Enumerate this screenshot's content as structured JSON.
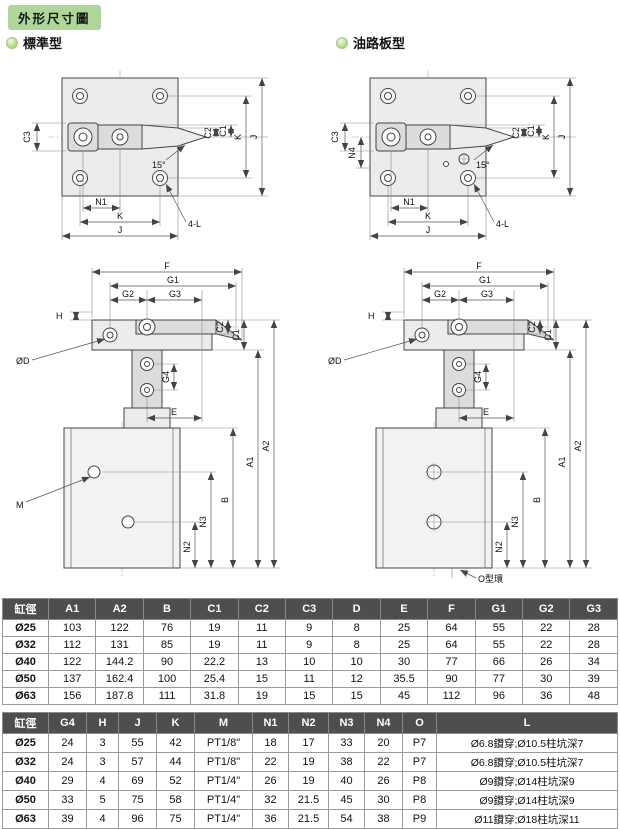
{
  "page": {
    "badge": "外形尺寸圖",
    "sections": {
      "standard": "標準型",
      "oil_plate": "油路板型"
    }
  },
  "dim_labels": {
    "a1": "A1",
    "a2": "A2",
    "b": "B",
    "c1": "C1",
    "c2": "C2",
    "c3": "C3",
    "phi_d": "ØD",
    "e": "E",
    "f": "F",
    "g1": "G1",
    "g2": "G2",
    "g3": "G3",
    "g4": "G4",
    "h": "H",
    "j": "J",
    "k": "K",
    "m": "M",
    "n1": "N1",
    "n2": "N2",
    "n3": "N3",
    "n4": "N4",
    "four_l": "4-L",
    "angle15": "15°",
    "o_ring": "O型環"
  },
  "table1": {
    "headers": [
      "缸徑",
      "A1",
      "A2",
      "B",
      "C1",
      "C2",
      "C3",
      "D",
      "E",
      "F",
      "G1",
      "G2",
      "G3"
    ],
    "rows": [
      [
        "Ø25",
        "103",
        "122",
        "76",
        "19",
        "11",
        "9",
        "8",
        "25",
        "64",
        "55",
        "22",
        "28"
      ],
      [
        "Ø32",
        "112",
        "131",
        "85",
        "19",
        "11",
        "9",
        "8",
        "25",
        "64",
        "55",
        "22",
        "28"
      ],
      [
        "Ø40",
        "122",
        "144.2",
        "90",
        "22.2",
        "13",
        "10",
        "10",
        "30",
        "77",
        "66",
        "26",
        "34"
      ],
      [
        "Ø50",
        "137",
        "162.4",
        "100",
        "25.4",
        "15",
        "11",
        "12",
        "35.5",
        "90",
        "77",
        "30",
        "39"
      ],
      [
        "Ø63",
        "156",
        "187.8",
        "111",
        "31.8",
        "19",
        "15",
        "15",
        "45",
        "112",
        "96",
        "36",
        "48"
      ]
    ]
  },
  "table2": {
    "headers": [
      "缸徑",
      "G4",
      "H",
      "J",
      "K",
      "M",
      "N1",
      "N2",
      "N3",
      "N4",
      "O",
      "L"
    ],
    "rows": [
      [
        "Ø25",
        "24",
        "3",
        "55",
        "42",
        "PT1/8\"",
        "18",
        "17",
        "33",
        "20",
        "P7",
        "Ø6.8鑽穿;Ø10.5柱坑深7"
      ],
      [
        "Ø32",
        "24",
        "3",
        "57",
        "44",
        "PT1/8\"",
        "22",
        "19",
        "38",
        "22",
        "P7",
        "Ø6.8鑽穿;Ø10.5柱坑深7"
      ],
      [
        "Ø40",
        "29",
        "4",
        "69",
        "52",
        "PT1/4\"",
        "26",
        "19",
        "40",
        "26",
        "P8",
        "Ø9鑽穿;Ø14柱坑深9"
      ],
      [
        "Ø50",
        "33",
        "5",
        "75",
        "58",
        "PT1/4\"",
        "32",
        "21.5",
        "45",
        "30",
        "P8",
        "Ø9鑽穿;Ø14柱坑深9"
      ],
      [
        "Ø63",
        "39",
        "4",
        "96",
        "75",
        "PT1/4\"",
        "36",
        "21.5",
        "54",
        "38",
        "P9",
        "Ø11鑽穿;Ø18柱坑深11"
      ]
    ]
  }
}
